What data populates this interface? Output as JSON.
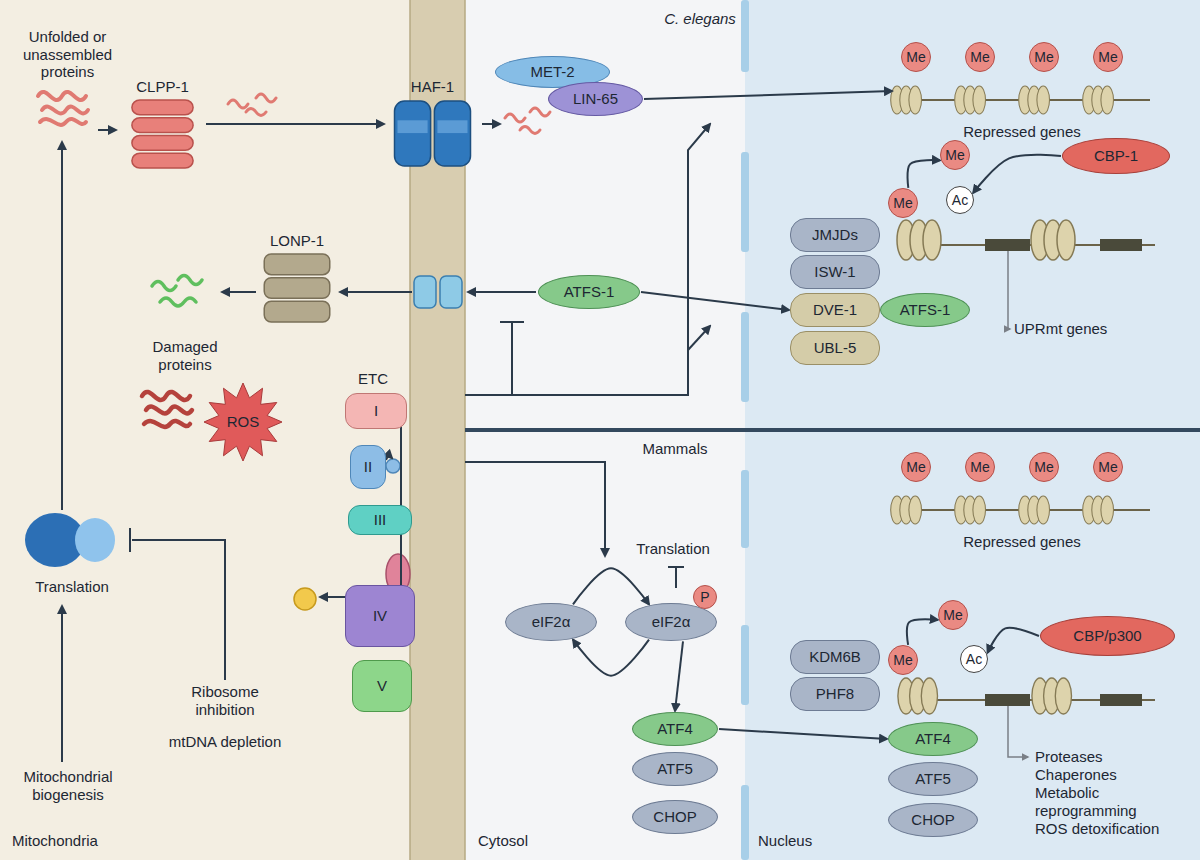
{
  "diagram": {
    "nodes": [
      {
        "text": [
          "CLPP-1"
        ]
      },
      {
        "text": [
          "HAF-1"
        ]
      },
      {
        "text": [
          "LONP-1"
        ]
      },
      {
        "text": [
          "ROS"
        ]
      },
      {
        "text": [
          "I"
        ]
      },
      {
        "text": [
          "II"
        ]
      },
      {
        "text": [
          "III"
        ]
      },
      {
        "text": [
          "IV"
        ]
      },
      {
        "text": [
          "V"
        ]
      },
      {
        "text": [
          "MET-2"
        ]
      },
      {
        "text": [
          "LIN-65"
        ]
      },
      {
        "text": [
          "Repressed genes"
        ]
      },
      {
        "text": [
          "Me"
        ],
        "in": 11
      },
      {
        "text": [
          "Me"
        ],
        "in": 11
      },
      {
        "text": [
          "Me"
        ],
        "in": 11
      },
      {
        "text": [
          "Me"
        ],
        "in": 11
      },
      {
        "text": [
          "ATFS-1"
        ]
      },
      {
        "text": [
          "JMJDs"
        ]
      },
      {
        "text": [
          "ISW-1"
        ]
      },
      {
        "text": [
          "DVE-1"
        ]
      },
      {
        "text": [
          "ATFS-1"
        ]
      },
      {
        "text": [
          "UBL-5"
        ]
      },
      {
        "text": [
          "Me"
        ]
      },
      {
        "text": [
          "Me"
        ]
      },
      {
        "text": [
          "CBP-1"
        ]
      },
      {
        "text": [
          "Ac"
        ]
      },
      {
        "text": [
          "Repressed genes"
        ]
      },
      {
        "text": [
          "Me"
        ],
        "in": 26
      },
      {
        "text": [
          "Me"
        ],
        "in": 26
      },
      {
        "text": [
          "Me"
        ],
        "in": 26
      },
      {
        "text": [
          "Me"
        ],
        "in": 26
      },
      {
        "text": [
          "eIF2α"
        ]
      },
      {
        "text": [
          "eIF2α"
        ]
      },
      {
        "text": [
          "P"
        ]
      },
      {
        "text": [
          "ATF4"
        ]
      },
      {
        "text": [
          "ATF5"
        ]
      },
      {
        "text": [
          "CHOP"
        ]
      },
      {
        "text": [
          "KDM6B"
        ]
      },
      {
        "text": [
          "PHF8"
        ]
      },
      {
        "text": [
          "Me"
        ]
      },
      {
        "text": [
          "Me"
        ]
      },
      {
        "text": [
          "CBP/p300"
        ]
      },
      {
        "text": [
          "Ac"
        ]
      },
      {
        "text": [
          "ATF4"
        ]
      },
      {
        "text": [
          "ATF5"
        ]
      },
      {
        "text": [
          "CHOP"
        ]
      }
    ],
    "edges": [
      {
        "from": 0,
        "to": 1,
        "arrow": "to"
      },
      {
        "from": 10,
        "to": 11,
        "arrow": "to"
      },
      {
        "from": 16,
        "to": 19,
        "arrow": "to"
      },
      {
        "from": 22,
        "to": 23,
        "arrow": "to"
      },
      {
        "from": 24,
        "to": 25,
        "arrow": "to"
      },
      {
        "from": 31,
        "to": 32,
        "arrow": "to"
      },
      {
        "from": 32,
        "to": 31,
        "arrow": "to"
      },
      {
        "from": 32,
        "to": 34,
        "arrow": "to"
      },
      {
        "from": 34,
        "to": 43,
        "arrow": "to"
      },
      {
        "from": 39,
        "to": 40,
        "arrow": "to"
      },
      {
        "from": 41,
        "to": 42,
        "arrow": "to"
      }
    ],
    "labels": [
      "Unfolded or unassembled proteins",
      "Damaged proteins",
      "ETC",
      "Translation",
      "Mitochondrial biogenesis",
      "Ribosome inhibition",
      "mtDNA depletion",
      "C. elegans",
      "UPRmt genes",
      "Mammals",
      "Translation",
      "Proteases",
      "Chaperones",
      "Metabolic reprogramming",
      "ROS detoxification",
      "Mitochondria",
      "Cytosol",
      "Nucleus"
    ]
  }
}
